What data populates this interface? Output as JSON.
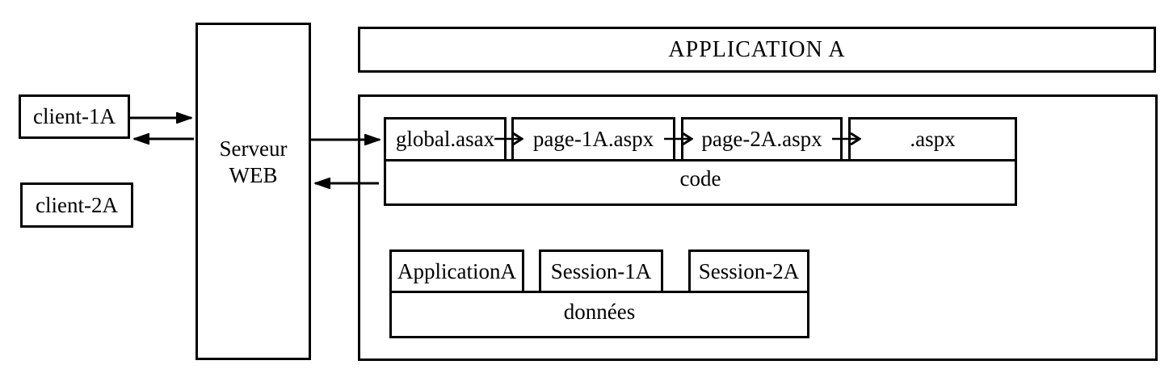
{
  "clients": [
    {
      "label": "client-1A"
    },
    {
      "label": "client-2A"
    }
  ],
  "server": {
    "line1": "Serveur",
    "line2": "WEB"
  },
  "application": {
    "title": "APPLICATION A",
    "pages": [
      "global.asax",
      "page-1A.aspx",
      "page-2A.aspx",
      ".aspx"
    ],
    "code_label": "code",
    "data_boxes": [
      "ApplicationA",
      "Session-1A",
      "Session-2A"
    ],
    "data_label": "données"
  },
  "colors": {
    "line": "#000000",
    "background": "#ffffff"
  },
  "connections": [
    {
      "from": "client-1A",
      "to": "Serveur WEB",
      "style": "filled-arrow"
    },
    {
      "from": "Serveur WEB",
      "to": "client-1A",
      "style": "filled-arrow"
    },
    {
      "from": "Serveur WEB",
      "to": "global.asax",
      "style": "filled-arrow"
    },
    {
      "from": "code",
      "to": "Serveur WEB",
      "style": "filled-arrow"
    },
    {
      "from": "global.asax",
      "to": "page-1A.aspx",
      "style": "chevron-arrow"
    },
    {
      "from": "page-1A.aspx",
      "to": "page-2A.aspx",
      "style": "chevron-arrow"
    },
    {
      "from": "page-2A.aspx",
      "to": ".aspx",
      "style": "chevron-arrow"
    }
  ]
}
